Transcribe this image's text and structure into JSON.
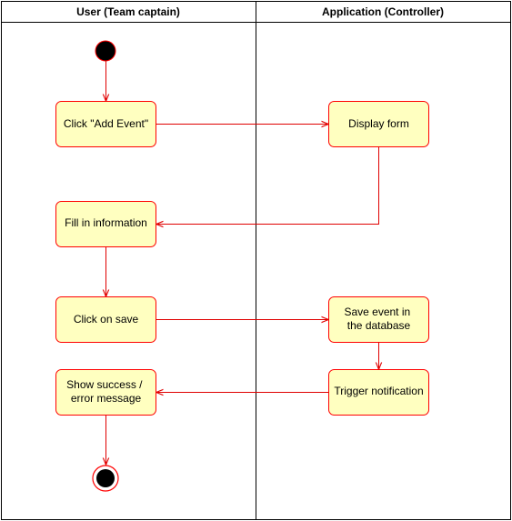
{
  "swimlanes": [
    {
      "title": "User (Team captain)"
    },
    {
      "title": "Application (Controller)"
    }
  ],
  "nodes": {
    "click_add_event": {
      "lines": [
        "Click \"Add Event\""
      ]
    },
    "display_form": {
      "lines": [
        "Display form"
      ]
    },
    "fill_in_information": {
      "lines": [
        "Fill in information"
      ]
    },
    "click_on_save": {
      "lines": [
        "Click on save"
      ]
    },
    "save_event": {
      "lines": [
        "Save event in",
        "the database"
      ]
    },
    "trigger_notification": {
      "lines": [
        "Trigger notification"
      ]
    },
    "show_message": {
      "lines": [
        "Show success /",
        "error message"
      ]
    }
  },
  "colors": {
    "node_fill": "#ffffc0",
    "accent": "#ff0000",
    "arrow": "#e00000",
    "border": "#000000",
    "start_fill": "#000000"
  }
}
